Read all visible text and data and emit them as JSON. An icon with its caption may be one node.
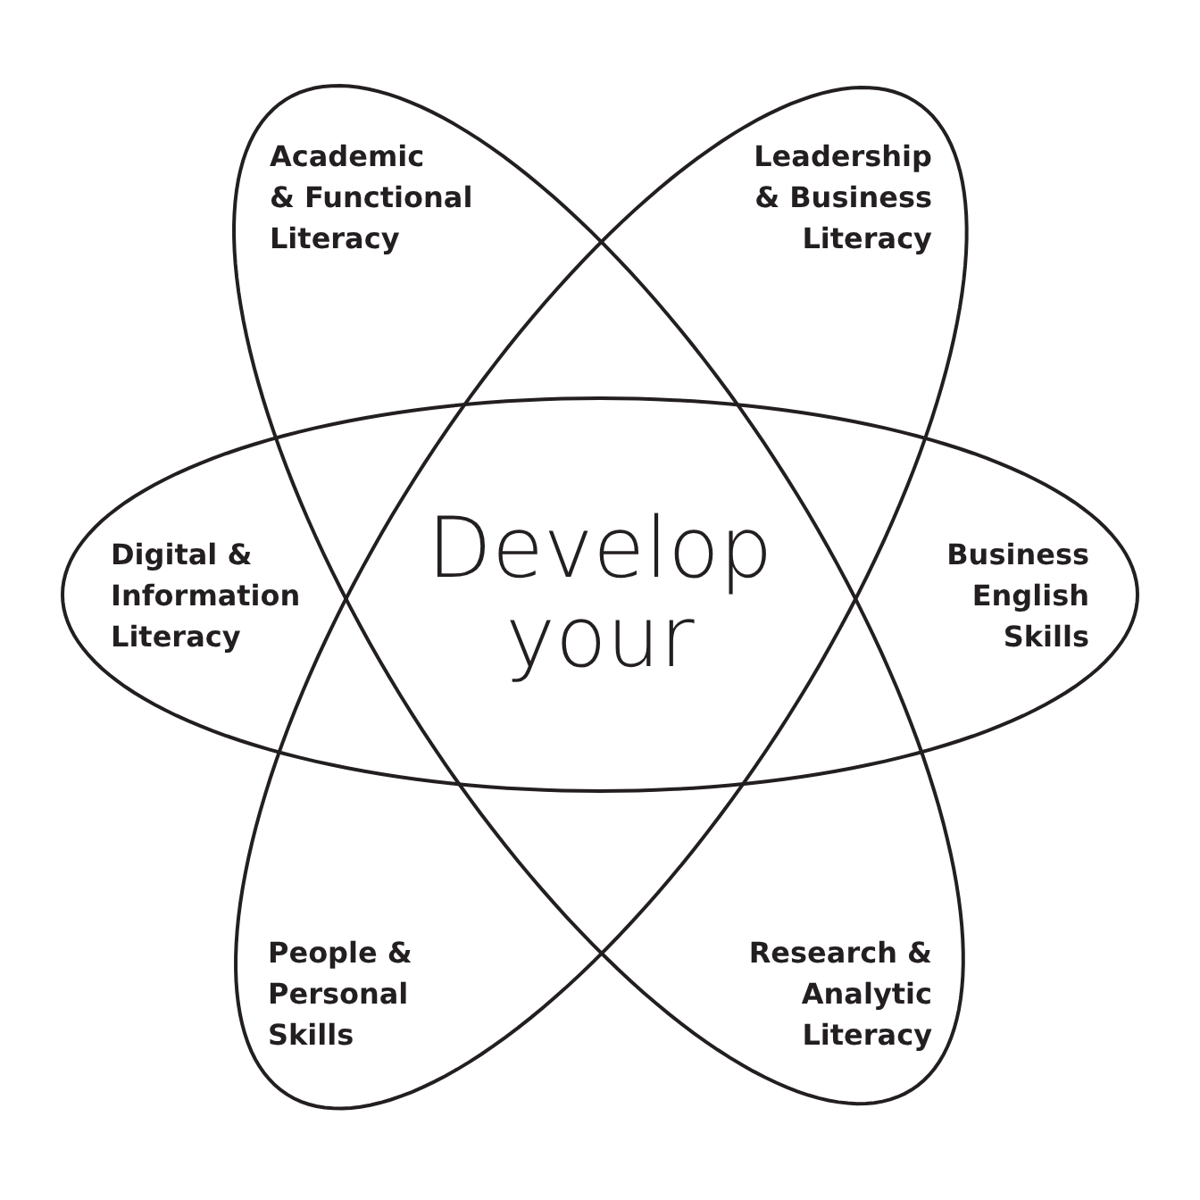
{
  "diagram": {
    "nodes": [
      {
        "text": [
          "Academic & Functional Literacy",
          "Research & Analytic Literacy"
        ]
      },
      {
        "text": [
          "Leadership & Business Literacy",
          "People & Personal Skills"
        ]
      },
      {
        "text": [
          "Digital & Information Literacy",
          "Business English Skills"
        ]
      }
    ],
    "labels": [
      "Develop your"
    ]
  }
}
